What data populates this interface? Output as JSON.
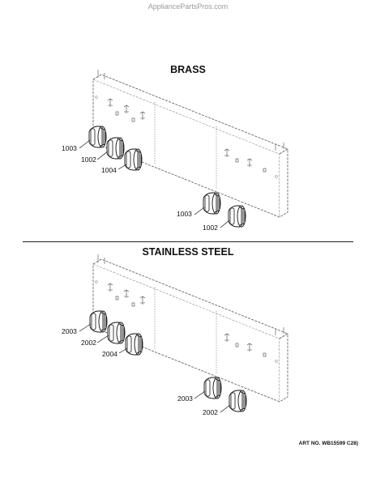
{
  "watermark": "AppliancePartsPros.com",
  "sections": [
    {
      "title": "BRASS",
      "callouts": [
        "1003",
        "1002",
        "1004",
        "1003",
        "1002"
      ]
    },
    {
      "title": "STAINLESS STEEL",
      "callouts": [
        "2003",
        "2002",
        "2004",
        "2003",
        "2002"
      ]
    }
  ],
  "art_no": "ART NO. WB15599 C28)"
}
